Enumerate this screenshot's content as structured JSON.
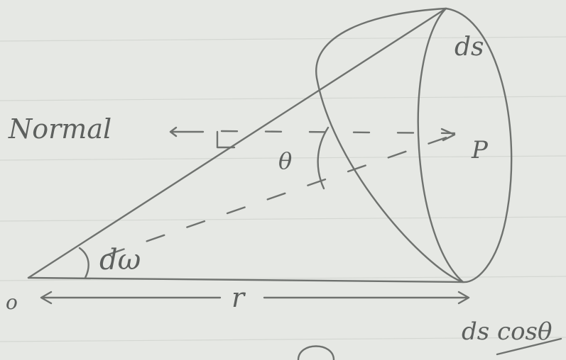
{
  "diagram": {
    "labels": {
      "normal": "Normal",
      "theta": "θ",
      "dw": "dω",
      "ds": "ds",
      "p": "P",
      "o": "o",
      "r": "r",
      "ds_cos": "ds cosθ"
    },
    "colors": {
      "paper": "#e6e8e4",
      "pencil": "#6f726f"
    }
  }
}
